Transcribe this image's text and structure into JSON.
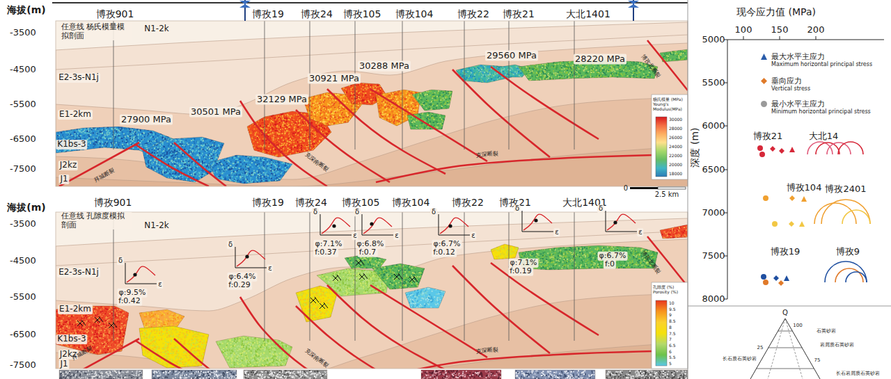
{
  "diagram": {
    "labels": [
      "海拔(m)",
      "-3500",
      "-4500",
      "-5500",
      "-6500",
      "-7500",
      "博孜901",
      "博孜19",
      "博孜24",
      "博孜105",
      "博孜104",
      "博孜22",
      "博孜21",
      "大北1401",
      "任意线 杨氏模量模拟剖面",
      "N1-2k",
      "E2-3s-N1j",
      "E1-2km",
      "K1bs-3",
      "J2kz",
      "J1",
      "27900 MPa",
      "30501 MPa",
      "32129 MPa",
      "30921 MPa",
      "30288 MPa",
      "29560 MPa",
      "28220 MPa",
      "拜城断裂",
      "克深南断裂",
      "克深断裂",
      "博孜北断裂",
      "杨氏模量 (MPa) Young's Modulus(MPa)",
      "30000",
      "28000",
      "26000",
      "24000",
      "22000",
      "20000",
      "18000",
      "0",
      "2.5 km",
      "海拔(m)",
      "-3500",
      "-4500",
      "-5500",
      "-6500",
      "-7500",
      "博孜901",
      "博孜19",
      "博孜24",
      "博孜105",
      "博孜104",
      "博孜22",
      "博孜21",
      "大北1401",
      "任意线 孔隙度模拟剖面",
      "N1-2k",
      "E2-3s-N1j",
      "E1-2km",
      "K1bs-3",
      "J2kz",
      "J1",
      "δ",
      "ε",
      "φ:9.5%",
      "f:0.42",
      "δ",
      "ε",
      "φ:6.4%",
      "f:0.29",
      "δ",
      "ε",
      "φ:7.1%",
      "f:0.37",
      "δ",
      "ε",
      "φ:6.8%",
      "f:0.7",
      "δ",
      "ε",
      "φ:6.7%",
      "f:0.12",
      "δ",
      "ε",
      "φ:7.1%",
      "f:0.19",
      "δ",
      "ε",
      "φ:6.7%",
      "f:0",
      "拜城断裂",
      "克深南断裂",
      "克深断裂",
      "博孜北断裂",
      "孔隙度 (%) Porosity (%)",
      "10",
      "9.5",
      "9",
      "8.5",
      "8",
      "7.5",
      "7",
      "6.5",
      "6",
      "5.5",
      "5",
      "现今应力值 (MPa)",
      "100",
      "150",
      "200",
      "5000",
      "5500",
      "6000",
      "6500",
      "7000",
      "7500",
      "8000",
      "深度 (m)",
      "Maximum horizontal principal stress",
      "Vertical stress",
      "Minimum horizontal principal stress",
      "博孜21",
      "大北14",
      "博孜104",
      "博孜2401",
      "博孜19",
      "博孜9",
      "Q",
      "100",
      "石英砂岩",
      "25",
      "岩屑质石英砂岩",
      "75",
      "长石质石英砂岩",
      "长石岩屑质石英砂岩"
    ],
    "legend": [
      {
        "text": "最大水平主应力"
      },
      {
        "text": "垂向应力"
      },
      {
        "text": "最小水平主应力"
      }
    ]
  }
}
